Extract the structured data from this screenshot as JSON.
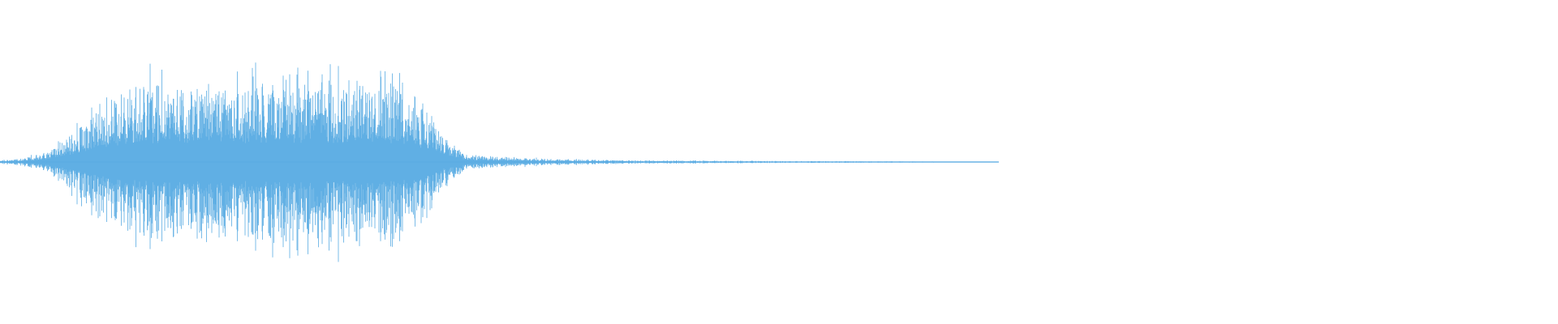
{
  "waveform": {
    "color": "#5aace3",
    "background": "#ffffff",
    "envelope_keypoints": [
      [
        0.0,
        0.02
      ],
      [
        0.012,
        0.04
      ],
      [
        0.03,
        0.12
      ],
      [
        0.045,
        0.34
      ],
      [
        0.06,
        0.64
      ],
      [
        0.075,
        0.82
      ],
      [
        0.09,
        0.98
      ],
      [
        0.11,
        1.0
      ],
      [
        0.14,
        1.0
      ],
      [
        0.17,
        1.0
      ],
      [
        0.2,
        1.0
      ],
      [
        0.23,
        1.0
      ],
      [
        0.255,
        0.92
      ],
      [
        0.275,
        0.62
      ],
      [
        0.285,
        0.32
      ],
      [
        0.3,
        0.09
      ],
      [
        0.34,
        0.045
      ],
      [
        0.4,
        0.022
      ],
      [
        0.5,
        0.012
      ],
      [
        0.58,
        0.008
      ],
      [
        0.64,
        0.004
      ],
      [
        0.641,
        0.0
      ],
      [
        1.0,
        0.0
      ]
    ]
  }
}
